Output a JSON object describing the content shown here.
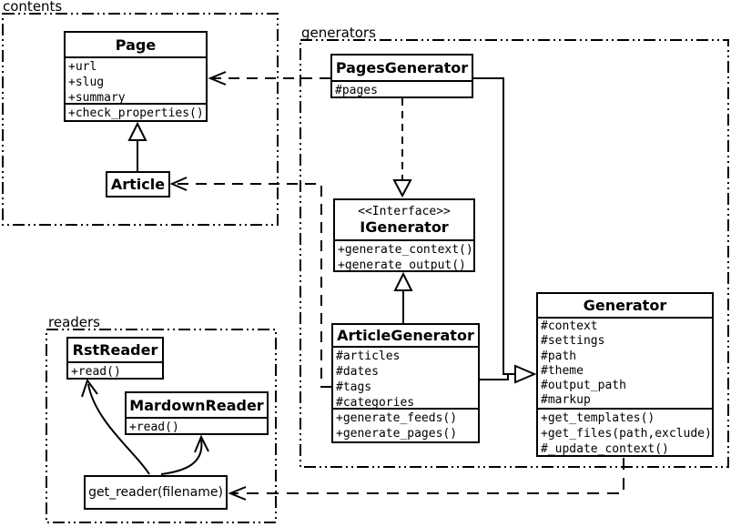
{
  "packages": {
    "contents": {
      "label": "contents"
    },
    "generators": {
      "label": "generators"
    },
    "readers": {
      "label": "readers"
    }
  },
  "classes": {
    "page": {
      "title": "Page",
      "attributes": [
        "+url",
        "+slug",
        "+summary"
      ],
      "methods": [
        "+check_properties()"
      ]
    },
    "article": {
      "title": "Article"
    },
    "pages_generator": {
      "title": "PagesGenerator",
      "attributes": [
        "#pages"
      ]
    },
    "igenerator": {
      "stereotype": "<<Interface>>",
      "title": "IGenerator",
      "methods": [
        "+generate_context()",
        "+generate_output()"
      ]
    },
    "article_generator": {
      "title": "ArticleGenerator",
      "attributes": [
        "#articles",
        "#dates",
        "#tags",
        "#categories"
      ],
      "methods": [
        "+generate_feeds()",
        "+generate_pages()"
      ]
    },
    "generator": {
      "title": "Generator",
      "attributes": [
        "#context",
        "#settings",
        "#path",
        "#theme",
        "#output_path",
        "#markup"
      ],
      "methods": [
        "+get_templates()",
        "+get_files(path,exclude)",
        "#_update_context()"
      ]
    },
    "rst_reader": {
      "title": "RstReader",
      "methods": [
        "+read()"
      ]
    },
    "mardown_reader": {
      "title": "MardownReader",
      "methods": [
        "+read()"
      ]
    },
    "get_reader": {
      "title": "get_reader(filename)"
    }
  },
  "colors": {
    "line": "#000000",
    "background": "#ffffff"
  }
}
